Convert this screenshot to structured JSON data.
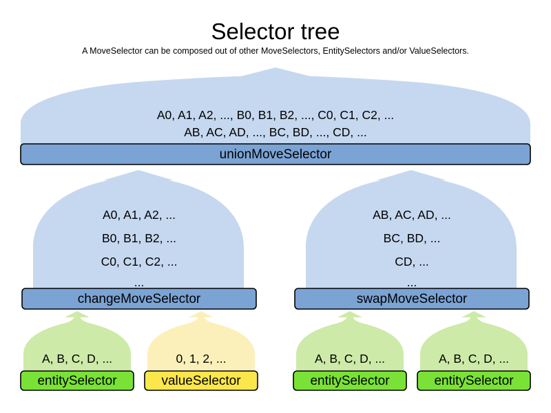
{
  "header": {
    "title": "Selector tree",
    "subtitle": "A MoveSelector can be composed out of other MoveSelectors, EntitySelectors and/or ValueSelectors."
  },
  "colors": {
    "move_arch_fill": "#c5d8ef",
    "move_bar_fill": "#7ba3d4",
    "entity_arch_fill": "#cdeaa8",
    "entity_bar_fill": "#7ae237",
    "value_arch_fill": "#fcf0ba",
    "value_bar_fill": "#fbe64c",
    "stroke": "#000000",
    "background": "#ffffff"
  },
  "tree": {
    "root": {
      "label": "unionMoveSelector",
      "kind": "moveSelector",
      "lines": [
        "A0, A1, A2, ..., B0, B1, B2, ..., C0, C1, C2, ...",
        "AB, AC, AD, ..., BC, BD, ..., CD, ..."
      ]
    },
    "children": [
      {
        "label": "changeMoveSelector",
        "kind": "moveSelector",
        "lines": [
          "A0, A1, A2, ...",
          "B0, B1, B2, ...",
          "C0, C1, C2, ...",
          "..."
        ],
        "children": [
          {
            "label": "entitySelector",
            "kind": "entitySelector",
            "lines": [
              "A, B, C, D, ..."
            ]
          },
          {
            "label": "valueSelector",
            "kind": "valueSelector",
            "lines": [
              "0, 1, 2, ..."
            ]
          }
        ]
      },
      {
        "label": "swapMoveSelector",
        "kind": "moveSelector",
        "lines": [
          "AB, AC, AD, ...",
          "BC, BD, ...",
          "CD, ...",
          "..."
        ],
        "children": [
          {
            "label": "entitySelector",
            "kind": "entitySelector",
            "lines": [
              "A, B, C, D, ..."
            ]
          },
          {
            "label": "entitySelector",
            "kind": "entitySelector",
            "lines": [
              "A, B, C, D, ..."
            ]
          }
        ]
      }
    ]
  }
}
